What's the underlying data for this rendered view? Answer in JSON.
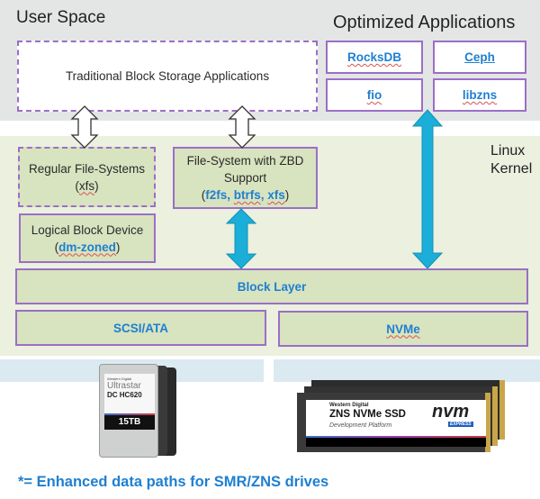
{
  "regions": {
    "user_space_title": "User Space",
    "optimized_title": "Optimized Applications",
    "kernel_title_line1": "Linux",
    "kernel_title_line2": "Kernel"
  },
  "user_space": {
    "traditional_apps": "Traditional Block Storage Applications",
    "optimized_apps": [
      "RocksDB",
      "Ceph",
      "fio",
      "libzns"
    ]
  },
  "kernel": {
    "regular_fs": {
      "line1": "Regular File-Systems",
      "open": "(",
      "item": "xfs",
      "close": ")"
    },
    "zbd_fs": {
      "line1": "File-System with ZBD",
      "line2": "Support",
      "open": "(",
      "items": [
        "f2fs",
        "btrfs",
        "xfs"
      ],
      "sep": ", ",
      "close": ")"
    },
    "logical_block": {
      "line1": "Logical Block Device",
      "open": "(",
      "item": "dm-zoned",
      "close": ")"
    },
    "block_layer": "Block Layer",
    "scsi_ata": "SCSI/ATA",
    "nvme": "NVMe"
  },
  "devices": {
    "hdd": {
      "brand": "Western Digital",
      "product": "Ultrastar",
      "model": "DC HC620",
      "capacity": "15TB"
    },
    "ssd": {
      "brand": "Western Digital",
      "product": "ZNS NVMe SSD",
      "subtitle": "Development Platform",
      "logo_main": "nvm",
      "logo_sub": "EXPRESS"
    }
  },
  "footer_note": "*= Enhanced data paths for SMR/ZNS drives",
  "colors": {
    "accent_blue": "#1e7fd1",
    "arrow_cyan": "#1aaed9",
    "box_border": "#9b6fc6",
    "box_fill": "#d8e3bf"
  }
}
